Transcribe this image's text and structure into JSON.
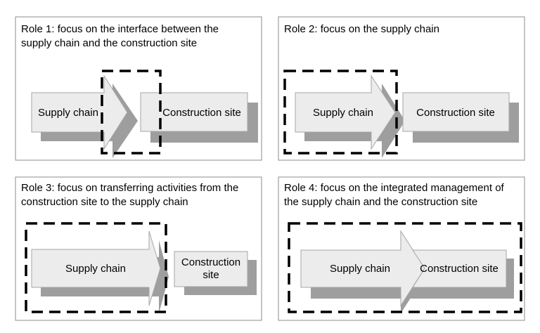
{
  "panels": [
    {
      "title_lines": [
        "Role 1: focus on the interface between the",
        "supply chain and the construction site"
      ],
      "supply_chain_lines": [
        "Supply chain"
      ],
      "construction_site_lines": [
        "Construction site"
      ]
    },
    {
      "title_lines": [
        "Role 2: focus on the supply chain"
      ],
      "supply_chain_lines": [
        "Supply chain"
      ],
      "construction_site_lines": [
        "Construction site"
      ]
    },
    {
      "title_lines": [
        "Role 3: focus on transferring activities from the",
        "construction site to the supply chain"
      ],
      "supply_chain_lines": [
        "Supply chain"
      ],
      "construction_site_lines": [
        "Construction",
        "site"
      ]
    },
    {
      "title_lines": [
        "Role 4: focus on the integrated management of",
        "the supply chain and the construction site"
      ],
      "supply_chain_lines": [
        "Supply chain"
      ],
      "construction_site_lines": [
        "Construction site"
      ]
    }
  ],
  "colors": {
    "shape_fill": "#ececec",
    "shadow": "#9e9e9e",
    "dashed_border": "#000000"
  }
}
